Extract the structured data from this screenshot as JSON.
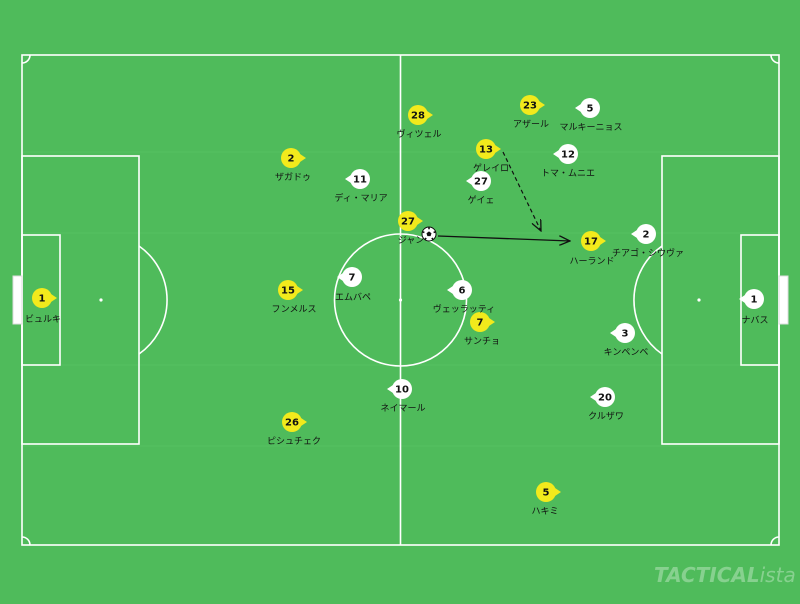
{
  "brand": {
    "name": "TACTICAL",
    "suffix": "ista"
  },
  "teams": {
    "dortmund": {
      "color": "#f2ea1c",
      "text_color": "#111111"
    },
    "psg": {
      "color": "#ffffff",
      "text_color": "#111111"
    }
  },
  "players": [
    {
      "team": "dortmund",
      "number": "1",
      "name": "ビュルキ"
    },
    {
      "team": "dortmund",
      "number": "28",
      "name": "ヴィツェル"
    },
    {
      "team": "dortmund",
      "number": "23",
      "name": "アザール"
    },
    {
      "team": "dortmund",
      "number": "2",
      "name": "ザガドゥ"
    },
    {
      "team": "dortmund",
      "number": "13",
      "name": "ゲレイロ"
    },
    {
      "team": "dortmund",
      "number": "27",
      "name": "ジャン"
    },
    {
      "team": "dortmund",
      "number": "17",
      "name": "ハーランド"
    },
    {
      "team": "dortmund",
      "number": "15",
      "name": "フンメルス"
    },
    {
      "team": "dortmund",
      "number": "7",
      "name": "サンチョ"
    },
    {
      "team": "dortmund",
      "number": "26",
      "name": "ピシュチェク"
    },
    {
      "team": "dortmund",
      "number": "5",
      "name": "ハキミ"
    },
    {
      "team": "psg",
      "number": "5",
      "name": "マルキーニョス"
    },
    {
      "team": "psg",
      "number": "12",
      "name": "トマ・ムニエ"
    },
    {
      "team": "psg",
      "number": "11",
      "name": "ディ・マリア"
    },
    {
      "team": "psg",
      "number": "27",
      "name": "ゲイェ"
    },
    {
      "team": "psg",
      "number": "2",
      "name": "チアゴ・シウヴァ"
    },
    {
      "team": "psg",
      "number": "7",
      "name": "エムバペ"
    },
    {
      "team": "psg",
      "number": "6",
      "name": "ヴェッラッティ"
    },
    {
      "team": "psg",
      "number": "1",
      "name": "ナバス"
    },
    {
      "team": "psg",
      "number": "3",
      "name": "キンペンベ"
    },
    {
      "team": "psg",
      "number": "10",
      "name": "ネイマール"
    },
    {
      "team": "psg",
      "number": "20",
      "name": "クルザワ"
    }
  ]
}
